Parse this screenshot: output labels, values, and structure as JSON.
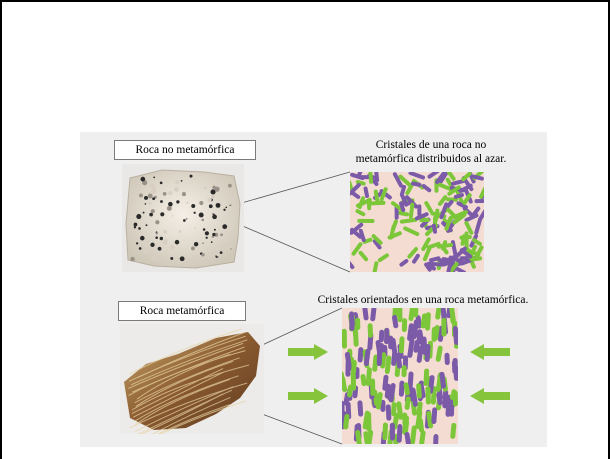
{
  "top_section": {
    "label": "Roca no metamórfica",
    "caption_line1": "Cristales de una roca no",
    "caption_line2": "metamórfica distribuidos al azar."
  },
  "bottom_section": {
    "label": "Roca metamórfica",
    "caption": "Cristales orientados en una roca metamórfica."
  },
  "colors": {
    "green_crystal": "#7cc63a",
    "purple_crystal": "#7b5aa8",
    "tile_background": "#f4dcd2",
    "arrow": "#86c43c"
  }
}
